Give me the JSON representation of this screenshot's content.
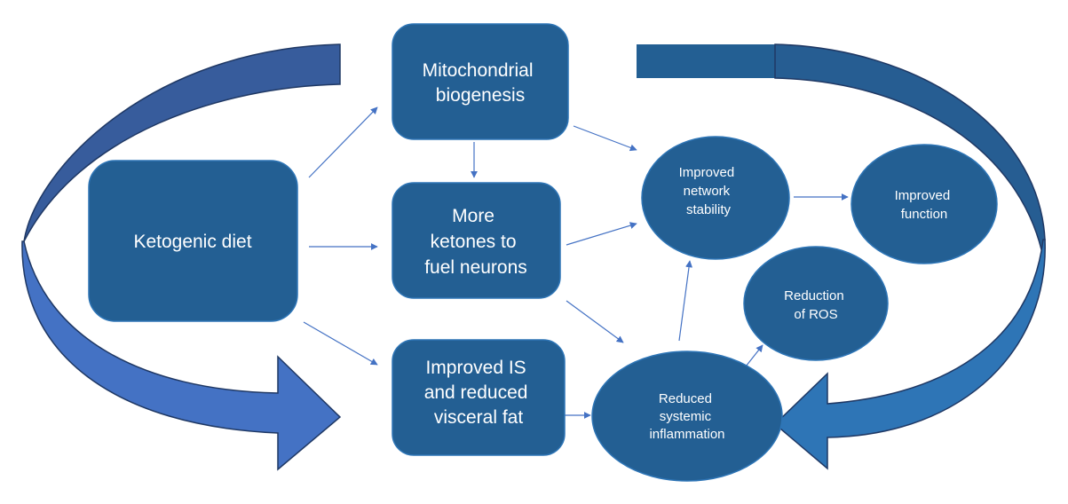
{
  "colors": {
    "node_fill": "#235F93",
    "node_stroke": "#2E75B6",
    "connector": "#4472C4",
    "loop_arrow_left_top": "#375C9C",
    "loop_arrow_left_bottom": "#4472C4",
    "loop_arrow_right_top": "#245E92",
    "loop_arrow_right_bottom": "#2E75B6",
    "loop_arrow_outline": "#1F3864"
  },
  "nodes": {
    "ketogenic_diet": {
      "lines": [
        "Ketogenic diet"
      ]
    },
    "mitochondrial_biogenesis": {
      "lines": [
        "Mitochondrial",
        "biogenesis"
      ]
    },
    "more_ketones": {
      "lines": [
        "More",
        "ketones to",
        "fuel neurons"
      ]
    },
    "improved_is": {
      "lines": [
        "Improved IS",
        "and reduced",
        "visceral fat"
      ]
    },
    "network_stability": {
      "lines": [
        "Improved",
        "network",
        "stability"
      ]
    },
    "improved_function": {
      "lines": [
        "Improved",
        "function"
      ]
    },
    "reduction_ros": {
      "lines": [
        "Reduction",
        "of ROS"
      ]
    },
    "reduced_inflammation": {
      "lines": [
        "Reduced",
        "systemic",
        "inflammation"
      ]
    }
  },
  "edges": [
    {
      "from": "ketogenic_diet",
      "to": "mitochondrial_biogenesis"
    },
    {
      "from": "ketogenic_diet",
      "to": "more_ketones"
    },
    {
      "from": "ketogenic_diet",
      "to": "improved_is"
    },
    {
      "from": "mitochondrial_biogenesis",
      "to": "more_ketones"
    },
    {
      "from": "mitochondrial_biogenesis",
      "to": "network_stability"
    },
    {
      "from": "more_ketones",
      "to": "network_stability"
    },
    {
      "from": "more_ketones",
      "to": "reduced_inflammation"
    },
    {
      "from": "improved_is",
      "to": "reduced_inflammation"
    },
    {
      "from": "reduced_inflammation",
      "to": "network_stability"
    },
    {
      "from": "reduced_inflammation",
      "to": "reduction_ros"
    },
    {
      "from": "network_stability",
      "to": "improved_function"
    }
  ],
  "loop_arrows": [
    {
      "name": "left-loop",
      "direction": "counterclockwise",
      "points_to": "improved_is"
    },
    {
      "name": "right-loop",
      "direction": "clockwise",
      "points_to": "reduced_inflammation"
    }
  ]
}
